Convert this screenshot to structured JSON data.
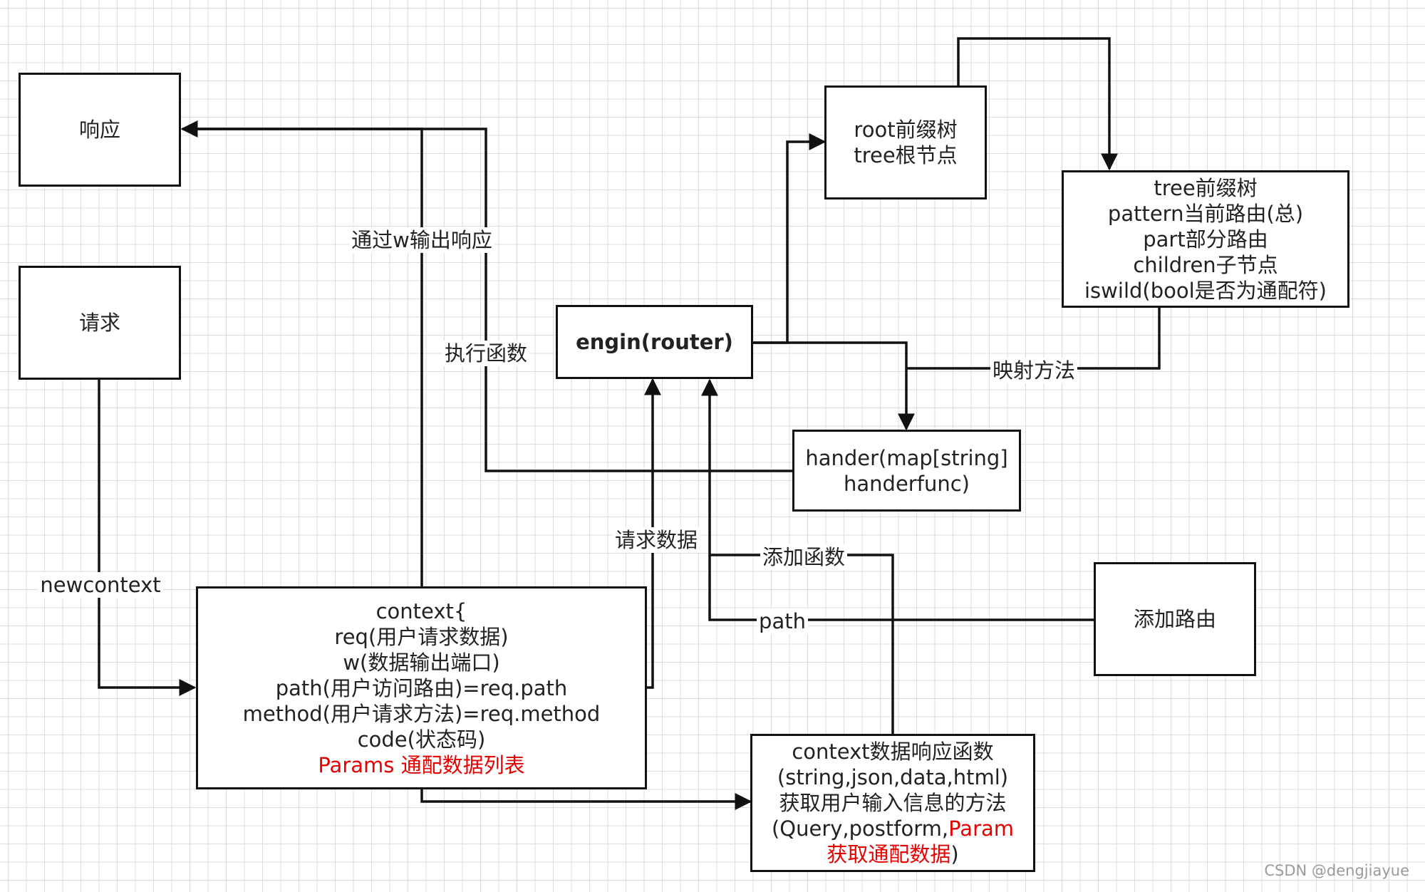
{
  "diagram": {
    "nodes": {
      "response": {
        "lines": [
          "响应"
        ]
      },
      "request": {
        "lines": [
          "请求"
        ]
      },
      "engine": {
        "lines": [
          "engin(router)"
        ]
      },
      "root_tree": {
        "lines": [
          "root前缀树",
          "tree根节点"
        ]
      },
      "tree": {
        "lines": [
          "tree前缀树",
          "pattern当前路由(总)",
          "part部分路由",
          "children子节点",
          "iswild(bool是否为通配符)"
        ]
      },
      "handler": {
        "lines": [
          "hander(map[string]",
          "handerfunc)"
        ]
      },
      "context": {
        "lines": [
          "context{",
          "req(用户请求数据)",
          "w(数据输出端口)",
          "path(用户访问路由)=req.path",
          "method(用户请求方法)=req.method",
          "code(状态码)"
        ],
        "highlight": "Params 通配数据列表"
      },
      "add_route": {
        "lines": [
          "添加路由"
        ]
      },
      "context_funcs": {
        "lines": [
          "context数据响应函数",
          "(string,json,data,html)",
          "获取用户输入信息的方法"
        ],
        "line4_normal": "(Query,postform,",
        "line4_red": "Param",
        "line5_red": "获取通配数据",
        "line5_normal": ")"
      }
    },
    "edge_labels": {
      "write_response": "通过w输出响应",
      "execute_function": "执行函数",
      "newcontext": "newcontext",
      "request_data": "请求数据",
      "mapping_method": "映射方法",
      "add_function": "添加函数",
      "path": "path"
    },
    "colors": {
      "line": "#111111",
      "grid": "#dcdcdc",
      "highlight": "#e60000",
      "watermark": "#9a9a9a"
    }
  },
  "watermark": "CSDN @dengjiayue"
}
